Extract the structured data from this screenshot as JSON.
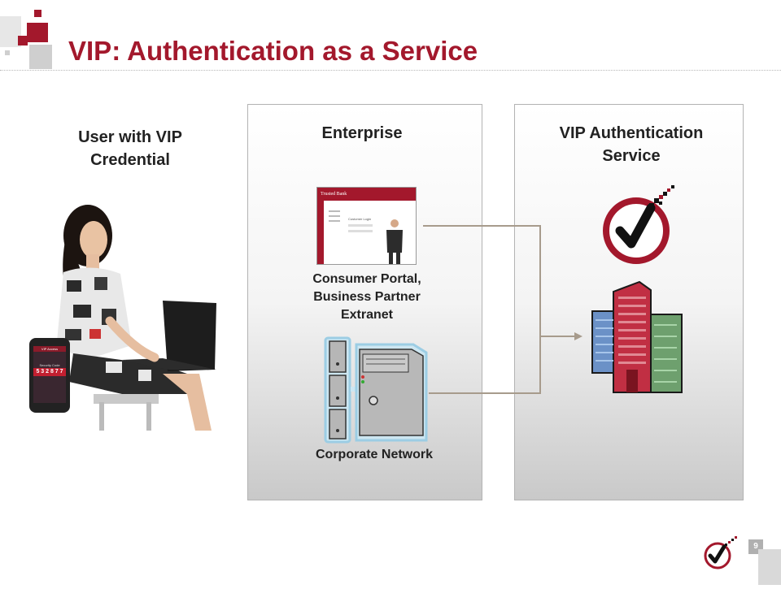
{
  "slide": {
    "title": "VIP: Authentication as a Service",
    "page_number": "9"
  },
  "user": {
    "heading_line1": "User with VIP",
    "heading_line2": "Credential",
    "phone_code": "5 3 2 8 7 7",
    "phone_header": "VIP Access",
    "phone_label": "Security Code"
  },
  "enterprise": {
    "heading": "Enterprise",
    "portal_caption_line1": "Consumer Portal,",
    "portal_caption_line2": "Business Partner",
    "portal_caption_line3": "Extranet",
    "portal_brand": "Trusted Bank",
    "portal_login_label": "Customer Login",
    "network_caption": "Corporate Network"
  },
  "vip_service": {
    "heading_line1": "VIP Authentication",
    "heading_line2": "Service"
  },
  "colors": {
    "brand_red": "#a3182c",
    "connector": "#a79b8c",
    "panel_border": "#b3b3b3"
  }
}
